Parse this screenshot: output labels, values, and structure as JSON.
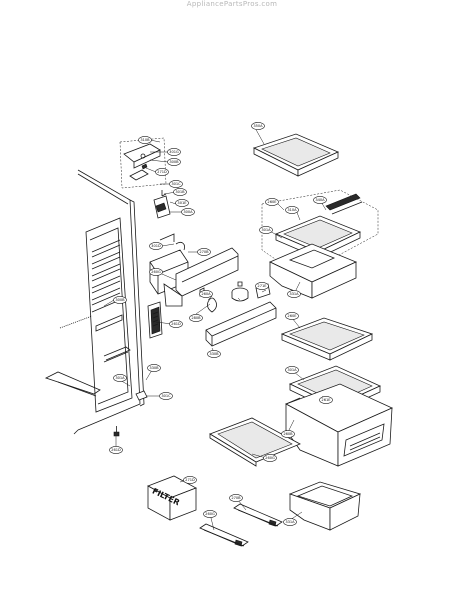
{
  "header": {
    "watermark": "AppliancePartsPros.com"
  },
  "diagram": {
    "filter_label": "FILTER",
    "callouts": [
      "310B",
      "301G",
      "300B",
      "271D",
      "301C",
      "301B",
      "301E",
      "300A",
      "301D",
      "270B",
      "260G",
      "260A",
      "271E",
      "280B",
      "261D",
      "330B",
      "350A",
      "260E",
      "310A",
      "340A",
      "301A",
      "331A",
      "260E",
      "301A",
      "261E",
      "260B",
      "260G"
    ]
  }
}
